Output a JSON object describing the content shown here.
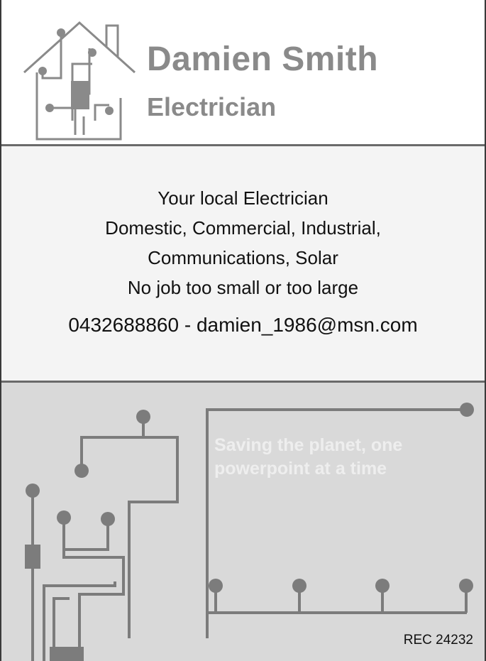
{
  "header": {
    "name": "Damien Smith",
    "title": "Electrician",
    "logo_icon": "house-circuit-icon"
  },
  "services": {
    "line1": "Your local Electrician",
    "line2": "Domestic, Commercial, Industrial,",
    "line3": "Communications, Solar",
    "line4": "No job too small or too large"
  },
  "contact": {
    "text": "0432688860 - damien_1986@msn.com"
  },
  "footer": {
    "tagline_line1": "Saving the planet, one",
    "tagline_line2": "powerpoint at a time",
    "license": "REC 24232",
    "decoration_icon": "circuit-traces-icon"
  },
  "colors": {
    "brand_gray": "#8a8a8a",
    "panel_light": "#f4f4f4",
    "panel_dark": "#d9d9d9",
    "circuit": "#7c7c7c"
  }
}
